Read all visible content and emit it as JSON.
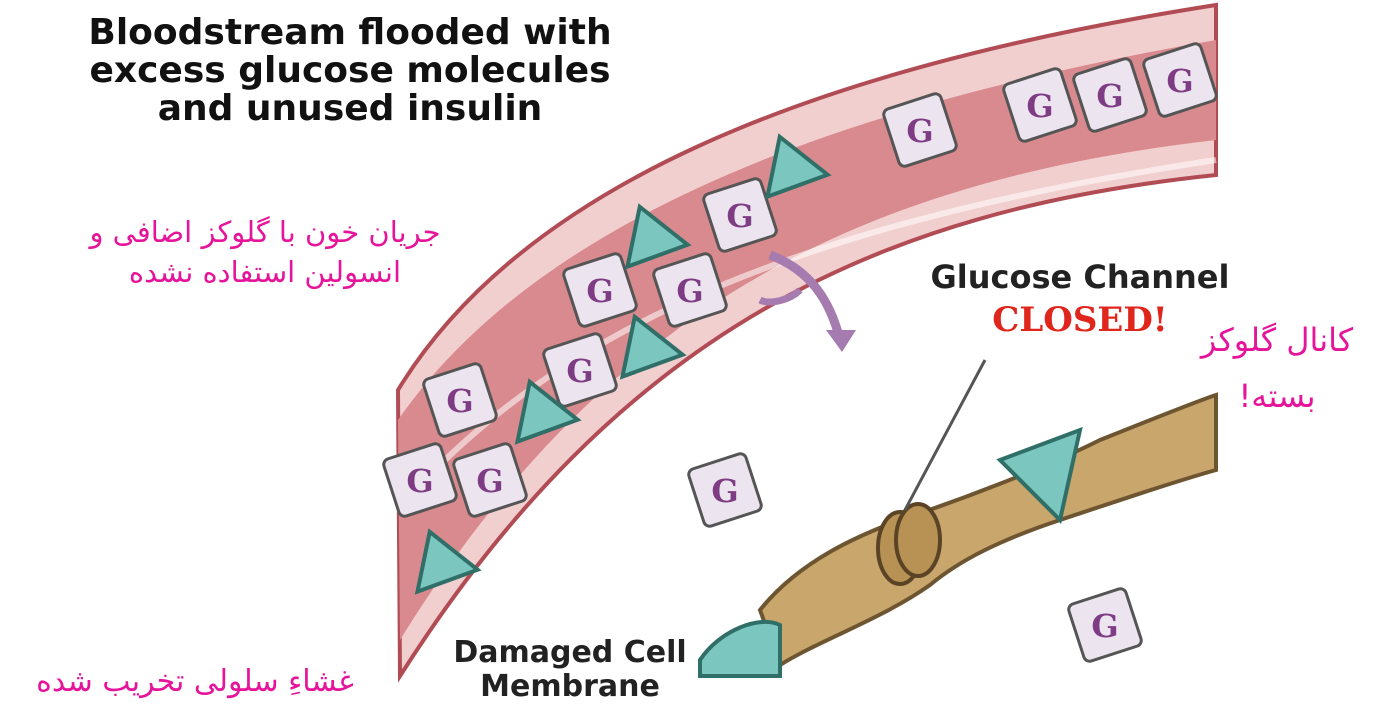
{
  "labels": {
    "title_en": "Bloodstream flooded with excess glucose molecules and unused insulin",
    "title_fa": "جریان خون با گلوکز اضافی و انسولین استفاده نشده",
    "channel_en": "Glucose Channel",
    "channel_status_en": "CLOSED!",
    "channel_fa": "کانال گلوکز بسته!",
    "membrane_en": "Damaged Cell Membrane",
    "membrane_fa": "غشاءِ سلولی تخریب شده"
  },
  "molecules": {
    "glucose_letter": "G",
    "insulin_mark": "!"
  },
  "colors": {
    "vessel_wall": "#e8b0b0",
    "vessel_lumen": "#d98a8e",
    "vessel_outline": "#b14c55",
    "membrane": "#c9a66b",
    "insulin": "#7bc7c0",
    "glucose_face": "#ece4ef",
    "glucose_letter": "#7d3c84",
    "highlight": "#e6149a",
    "closed": "#e0261c"
  }
}
